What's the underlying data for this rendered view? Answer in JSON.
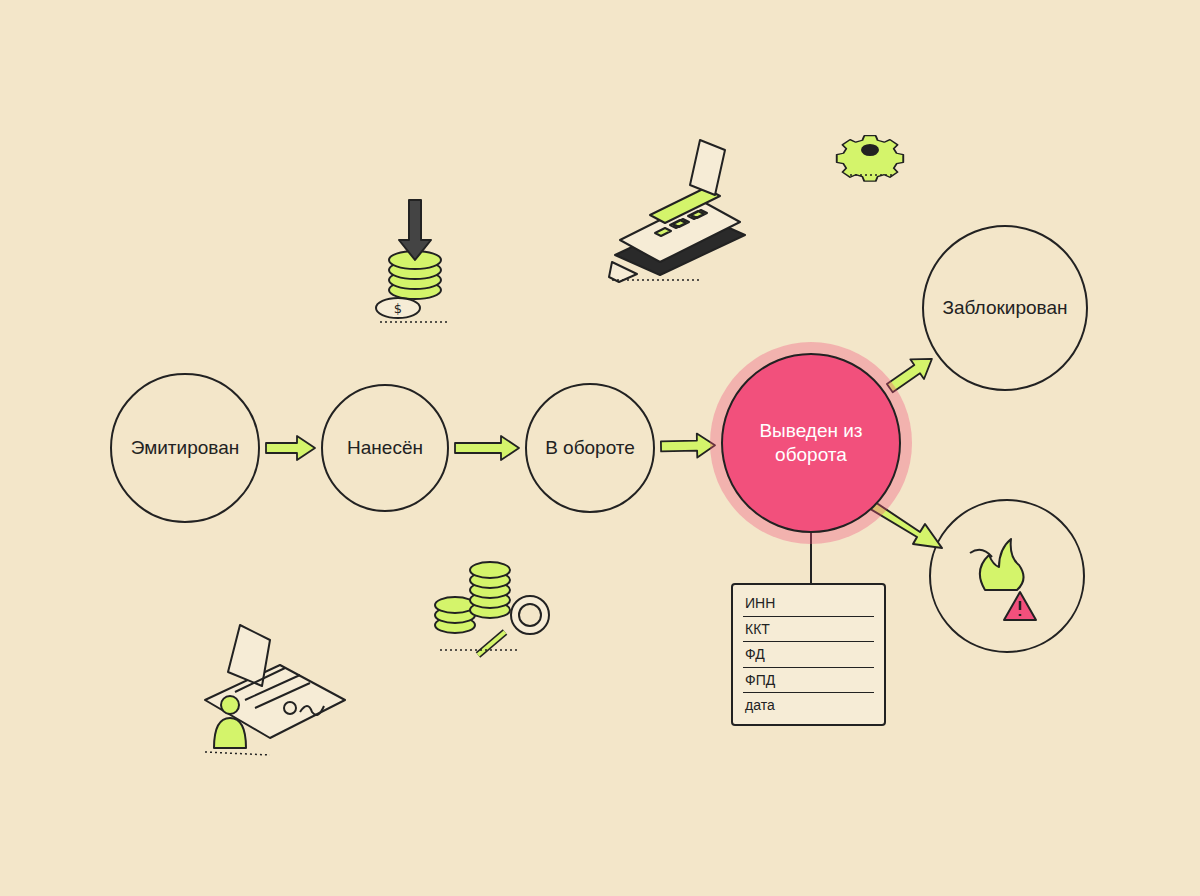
{
  "diagram": {
    "nodes": [
      {
        "text": [
          "Эмитирован"
        ]
      },
      {
        "text": [
          "Нанесён"
        ]
      },
      {
        "text": [
          "В обороте"
        ]
      },
      {
        "text": [
          "Выведен из оборота"
        ]
      },
      {
        "text": [
          "Заблокирован"
        ]
      },
      {
        "text": [
          "ИНН",
          "ККТ",
          "ФД",
          "ФПД",
          "дата"
        ]
      }
    ],
    "edges": [
      {
        "from": 0,
        "to": 1,
        "arrow": "to"
      },
      {
        "from": 1,
        "to": 2,
        "arrow": "to"
      },
      {
        "from": 2,
        "to": 3,
        "arrow": "to"
      },
      {
        "from": 3,
        "to": 4,
        "arrow": "to"
      },
      {
        "from": 3,
        "to": 5,
        "arrow": "none"
      }
    ]
  }
}
